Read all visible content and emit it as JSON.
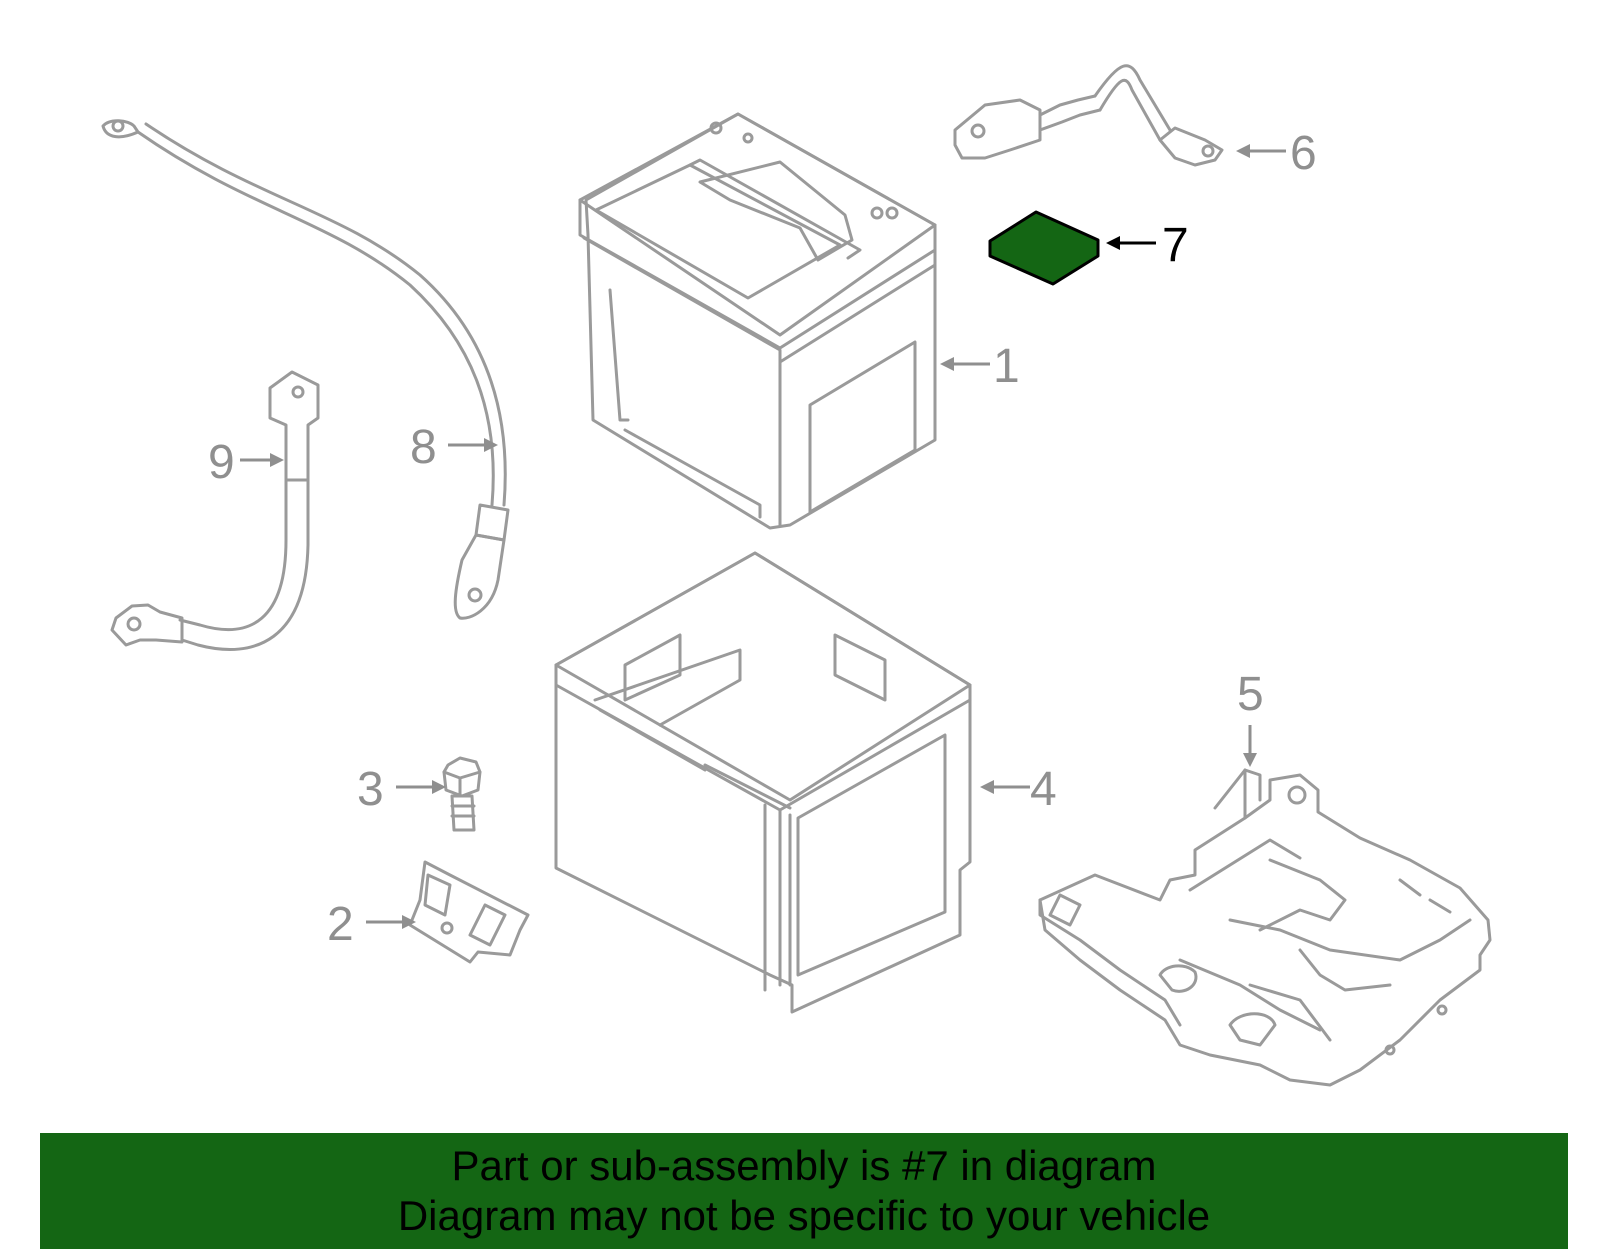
{
  "callouts": [
    "1",
    "2",
    "3",
    "4",
    "5",
    "6",
    "7",
    "8",
    "9"
  ],
  "highlight": {
    "part": "7",
    "color": "#146614"
  },
  "banner": {
    "line1": "Part or sub-assembly is #7 in diagram",
    "line2": "Diagram may not be specific to your vehicle",
    "color": "#146614"
  }
}
